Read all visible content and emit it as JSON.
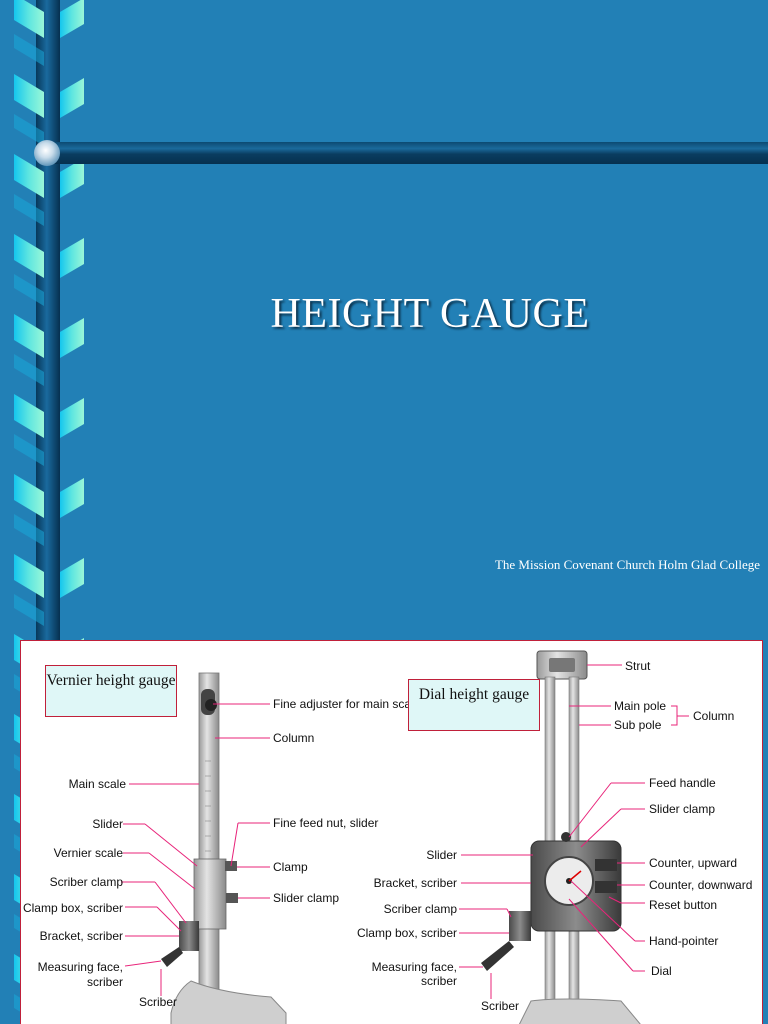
{
  "slide": {
    "title": "HEIGHT GAUGE",
    "credit": "The Mission Covenant Church Holm Glad College"
  },
  "colors": {
    "background": "#2280b6",
    "leader_line": "#e8247a",
    "box_fill": "#dff7f7",
    "box_border": "#c0203a"
  },
  "figure": {
    "vernier_box": "Vernier height gauge",
    "dial_box": "Dial height gauge",
    "vernier_labels": {
      "fine_adjuster": "Fine adjuster for main scale",
      "column": "Column",
      "main_scale": "Main scale",
      "slider": "Slider",
      "fine_feed_nut": "Fine feed nut, slider",
      "vernier_scale": "Vernier scale",
      "clamp": "Clamp",
      "scriber_clamp": "Scriber clamp",
      "slider_clamp": "Slider clamp",
      "clamp_box": "Clamp box, scriber",
      "bracket": "Bracket, scriber",
      "measuring_face_1": "Measuring face,",
      "measuring_face_2": "scriber",
      "scriber": "Scriber"
    },
    "dial_labels": {
      "strut": "Strut",
      "main_pole": "Main pole",
      "sub_pole": "Sub pole",
      "column": "Column",
      "feed_handle": "Feed handle",
      "slider_clamp": "Slider clamp",
      "slider": "Slider",
      "counter_up": "Counter, upward",
      "bracket": "Bracket, scriber",
      "counter_down": "Counter, downward",
      "scriber_clamp": "Scriber clamp",
      "reset_button": "Reset button",
      "clamp_box": "Clamp box, scriber",
      "hand_pointer": "Hand-pointer",
      "measuring_face_1": "Measuring face,",
      "measuring_face_2": "scriber",
      "dial": "Dial",
      "scriber": "Scriber"
    }
  }
}
